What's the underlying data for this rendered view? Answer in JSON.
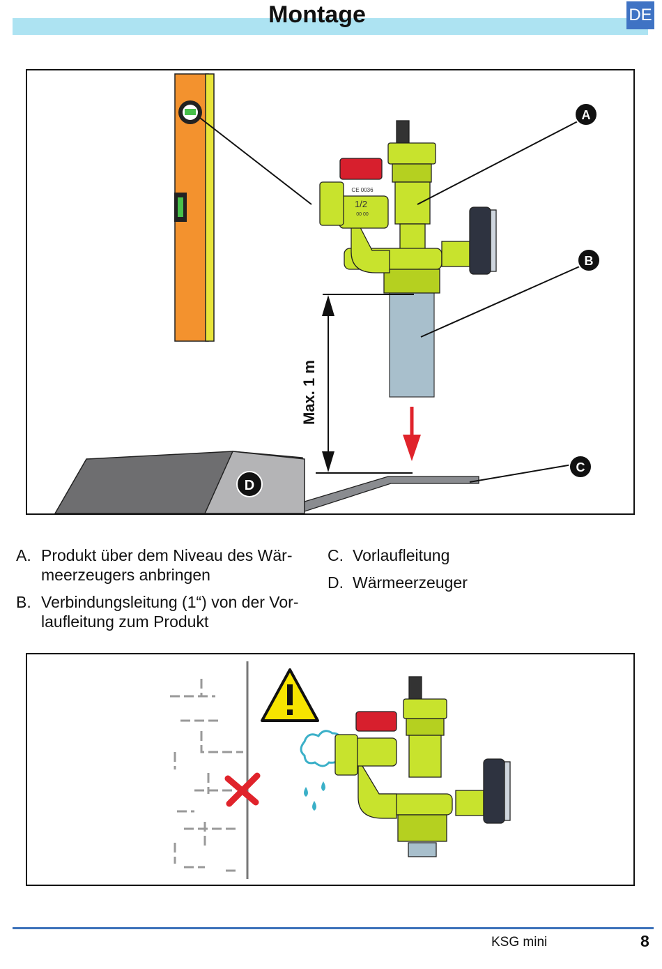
{
  "header": {
    "title": "Montage",
    "lang_badge": "DE"
  },
  "figure1": {
    "dimension_label": "Max. 1 m",
    "callouts": [
      "A",
      "B",
      "C",
      "D"
    ],
    "valve_marking": "1/2",
    "ce_mark": "CE 0036",
    "small_marking": "00 00"
  },
  "legend": {
    "items": [
      {
        "key": "A.",
        "text": "Produkt über dem Niveau des Wär-meerzeugers anbringen"
      },
      {
        "key": "B.",
        "text": "Verbindungsleitung (1“) von der Vor-laufleitung zum Produkt"
      },
      {
        "key": "C.",
        "text": "Vorlaufleitung"
      },
      {
        "key": "D.",
        "text": "Wärmeerzeuger"
      }
    ]
  },
  "figure2": {
    "icons": [
      "brick-wall-icon",
      "warning-triangle-icon",
      "cross-mark-icon",
      "frost-cloud-icon"
    ]
  },
  "footer": {
    "doc_name": "KSG mini",
    "page_number": "8"
  },
  "colors": {
    "valve": "#c8e32d",
    "cap": "#d71f2d",
    "level": "#f3922e",
    "header": "#ade3f2",
    "footer_line": "#3d72ba"
  }
}
